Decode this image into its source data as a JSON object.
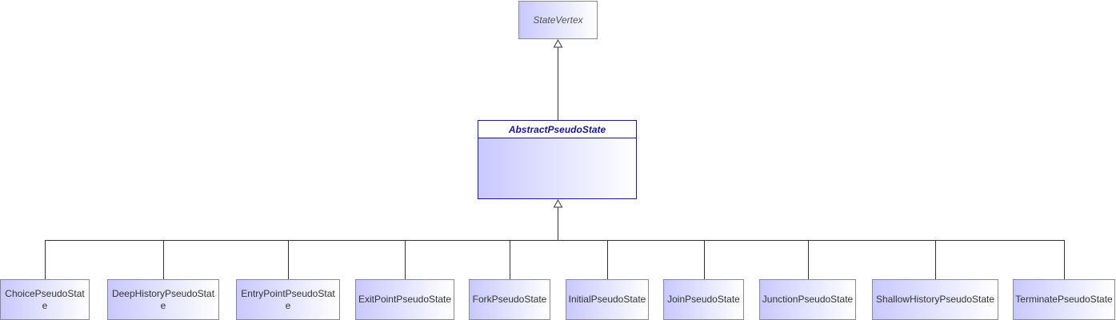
{
  "diagram": {
    "root": {
      "label": "StateVertex"
    },
    "abstract_class": {
      "label": "AbstractPseudoState"
    },
    "leaves": [
      {
        "label": "ChoicePseudoState"
      },
      {
        "label": "DeepHistoryPseudoState"
      },
      {
        "label": "EntryPointPseudoState"
      },
      {
        "label": "ExitPointPseudoState"
      },
      {
        "label": "ForkPseudoState"
      },
      {
        "label": "InitialPseudoState"
      },
      {
        "label": "JoinPseudoState"
      },
      {
        "label": "JunctionPseudoState"
      },
      {
        "label": "ShallowHistoryPseudoState"
      },
      {
        "label": "TerminatePseudoState"
      }
    ],
    "colors": {
      "box_gradient_start": "#c8c8ff",
      "box_border": "#8a8a8a",
      "class_border": "#1a1a7a",
      "connector": "#333333"
    }
  }
}
